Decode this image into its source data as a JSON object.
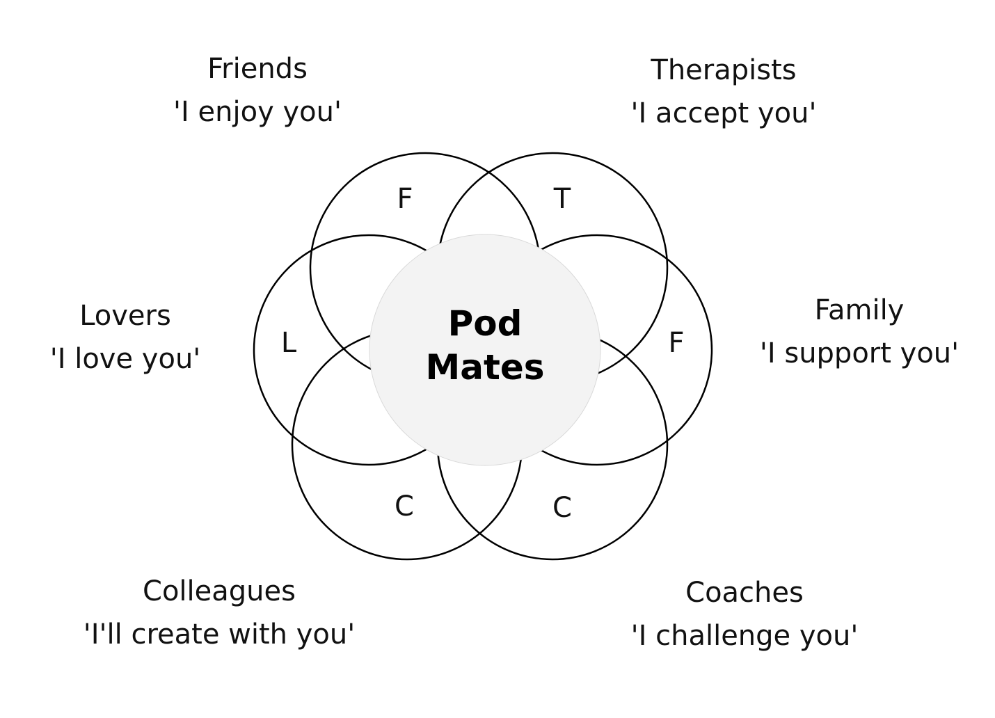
{
  "center": {
    "line1": "Pod",
    "line2": "Mates",
    "fill": "#f3f3f3"
  },
  "petals": [
    {
      "letter": "F"
    },
    {
      "letter": "T"
    },
    {
      "letter": "F"
    },
    {
      "letter": "C"
    },
    {
      "letter": "C"
    },
    {
      "letter": "L"
    }
  ],
  "groups": {
    "friends": {
      "name": "Friends",
      "phrase": "'I enjoy you'"
    },
    "therapists": {
      "name": "Therapists",
      "phrase": "'I accept you'"
    },
    "lovers": {
      "name": "Lovers",
      "phrase": "'I love you'"
    },
    "family": {
      "name": "Family",
      "phrase": "'I support you'"
    },
    "colleagues": {
      "name": "Colleagues",
      "phrase": "'I'll create with you'"
    },
    "coaches": {
      "name": "Coaches",
      "phrase": "'I challenge you'"
    }
  }
}
